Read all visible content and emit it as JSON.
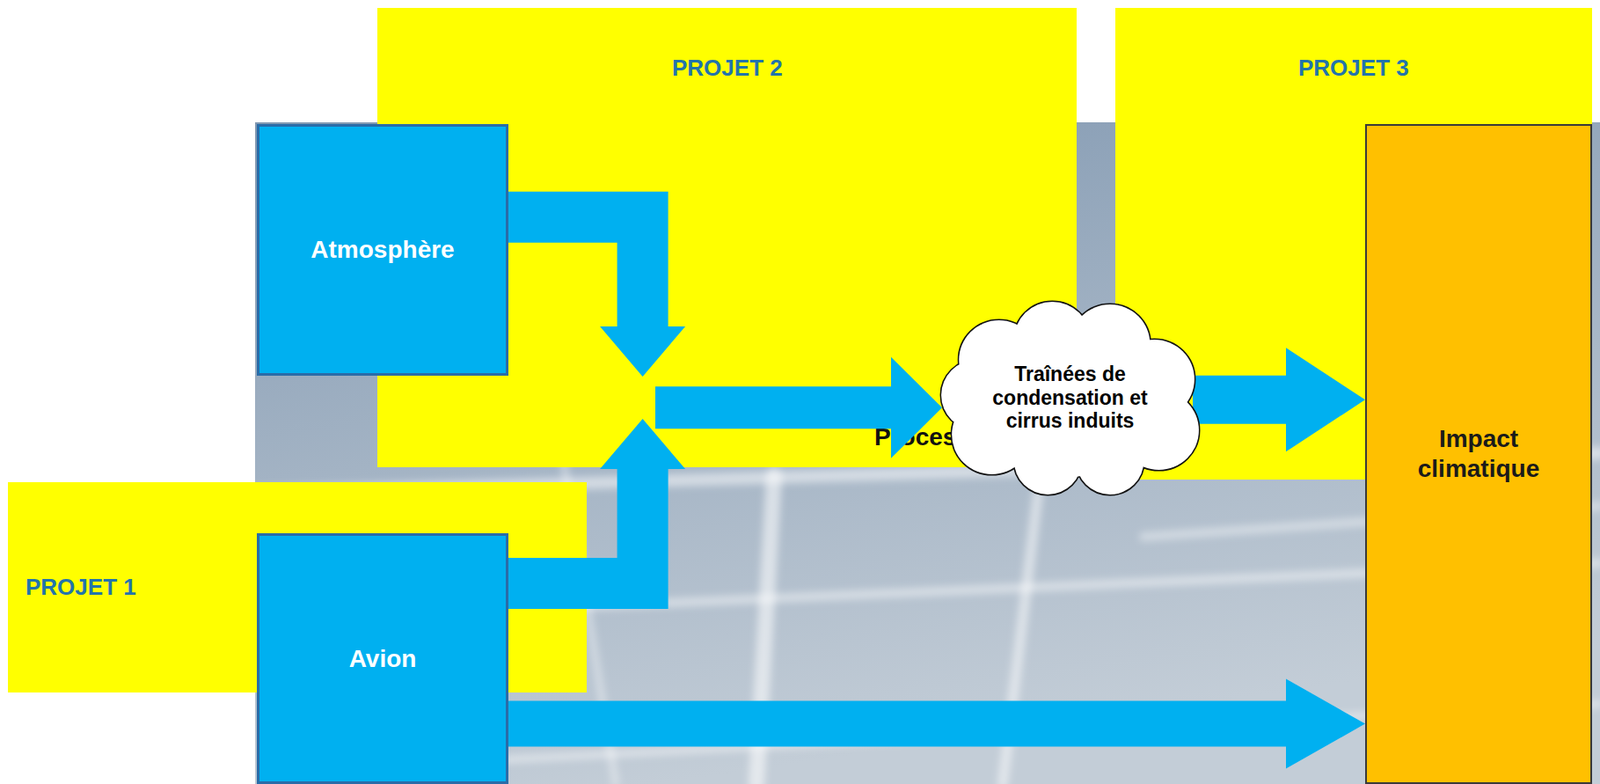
{
  "diagram": {
    "nodes": [
      {
        "text": [
          "PROJET 2"
        ]
      },
      {
        "text": [
          "Atmosphère"
        ]
      },
      {
        "text": [
          "Processus microphysiques"
        ],
        "in": 0
      },
      {
        "text": [
          "PROJET 3"
        ]
      },
      {
        "text": [
          "Traînées de condensation et cirrus induits"
        ]
      },
      {
        "text": [
          "Impact climatique"
        ]
      },
      {
        "text": [
          "PROJET 1"
        ]
      },
      {
        "text": [
          "Avion"
        ]
      }
    ],
    "edges": [
      {
        "from": 1,
        "to": 2,
        "arrow": "to"
      },
      {
        "from": 7,
        "to": 2,
        "arrow": "to"
      },
      {
        "from": 2,
        "to": 4,
        "arrow": "to"
      },
      {
        "from": 4,
        "to": 5,
        "arrow": "to"
      },
      {
        "from": 7,
        "to": 5,
        "arrow": "to"
      }
    ]
  }
}
